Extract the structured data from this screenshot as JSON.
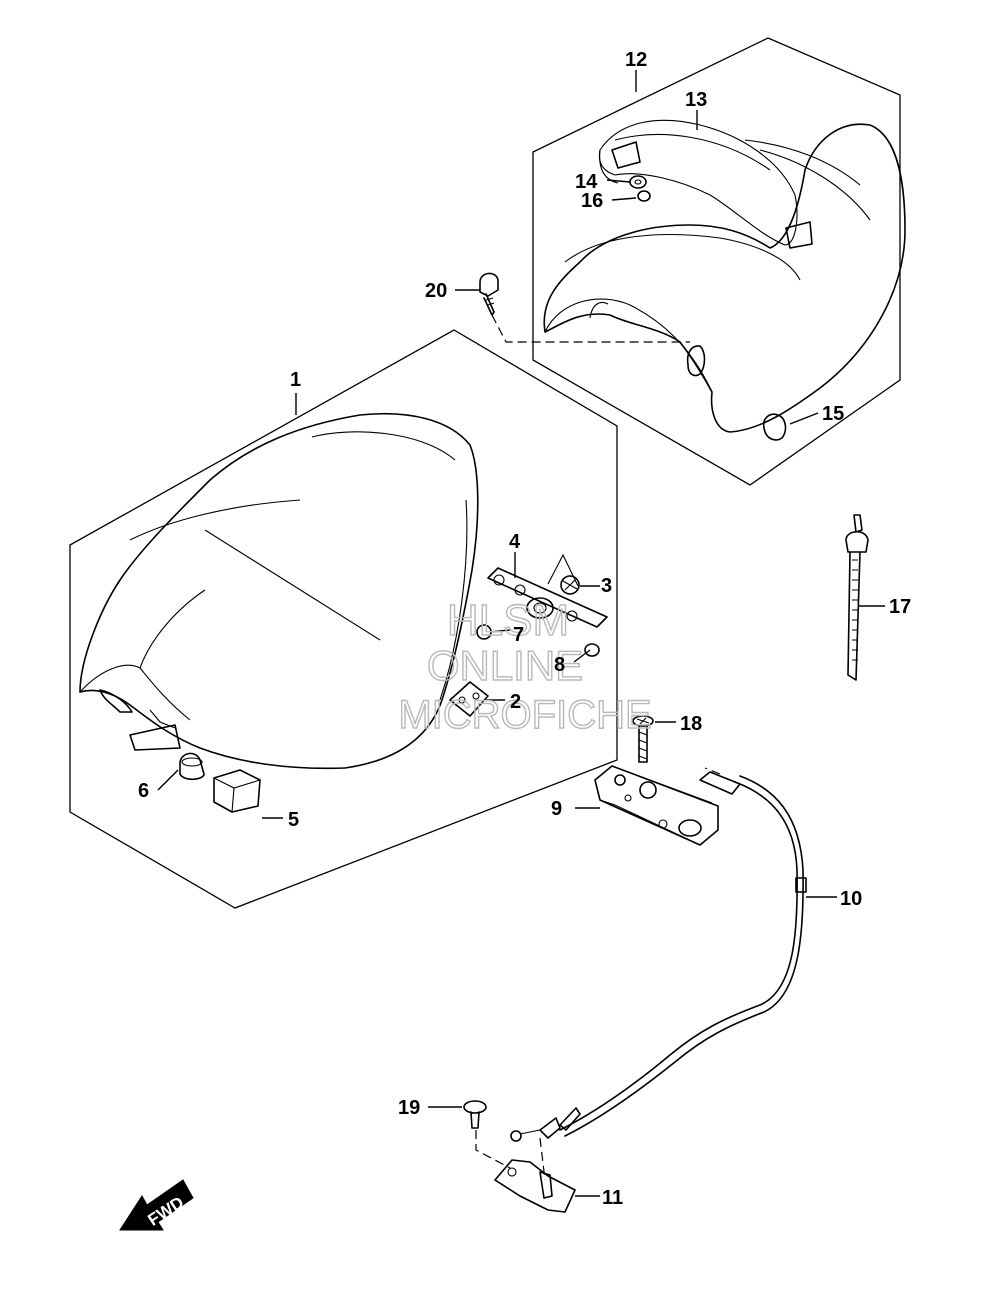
{
  "callouts": {
    "c1": "1",
    "c2": "2",
    "c3": "3",
    "c4": "4",
    "c5": "5",
    "c6": "6",
    "c7": "7",
    "c8": "8",
    "c9": "9",
    "c10": "10",
    "c11": "11",
    "c12": "12",
    "c13": "13",
    "c14": "14",
    "c15": "15",
    "c16": "16",
    "c17": "17",
    "c18": "18",
    "c19": "19",
    "c20": "20"
  },
  "watermark": {
    "line1": "HLSM",
    "line2": "ONLINE",
    "line3": "MICROFICHE"
  },
  "direction_marker": {
    "label": "FWD"
  },
  "icons": {
    "seat": "seat-icon",
    "rear_seat": "rear-seat-icon",
    "bolt": "bolt-icon",
    "cable": "cable-icon",
    "direction": "forward-arrow-icon"
  }
}
